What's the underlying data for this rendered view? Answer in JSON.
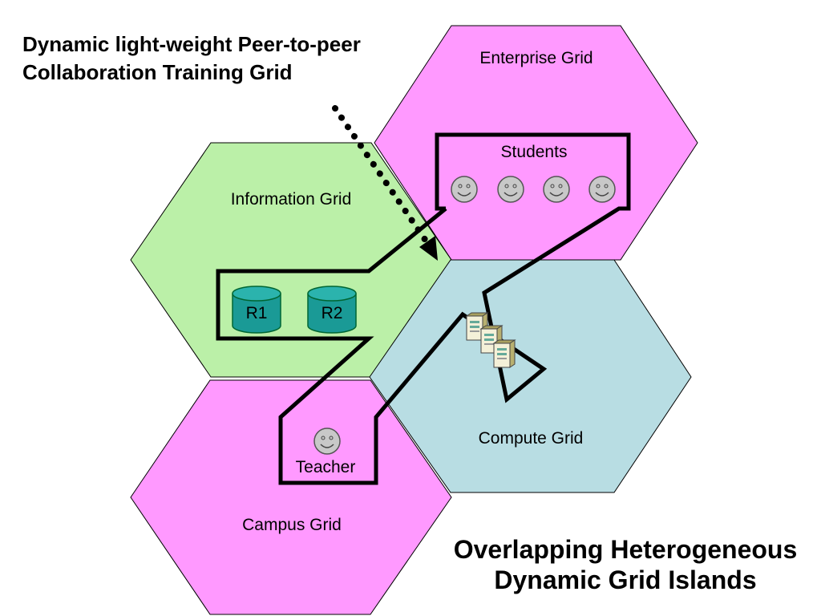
{
  "header_title": {
    "line1": "Dynamic light-weight Peer-to-peer",
    "line2": "Collaboration Training Grid"
  },
  "footer_title": {
    "line1": "Overlapping Heterogeneous",
    "line2": "Dynamic Grid Islands"
  },
  "grids": {
    "enterprise": {
      "label": "Enterprise Grid",
      "color": "#ff99ff"
    },
    "information": {
      "label": "Information Grid",
      "color": "#bbf0a8"
    },
    "compute": {
      "label": "Compute Grid",
      "color": "#b8dde3"
    },
    "campus": {
      "label": "Campus Grid",
      "color": "#ff99ff"
    }
  },
  "groups": {
    "students_label": "Students",
    "teacher_label": "Teacher"
  },
  "resources": {
    "r1": "R1",
    "r2": "R2",
    "color": "#1a9a96"
  },
  "icons": {
    "student": "smiley-face-icon",
    "teacher": "smiley-face-icon",
    "servers": "server-stack-icon",
    "database": "database-cylinder-icon"
  }
}
